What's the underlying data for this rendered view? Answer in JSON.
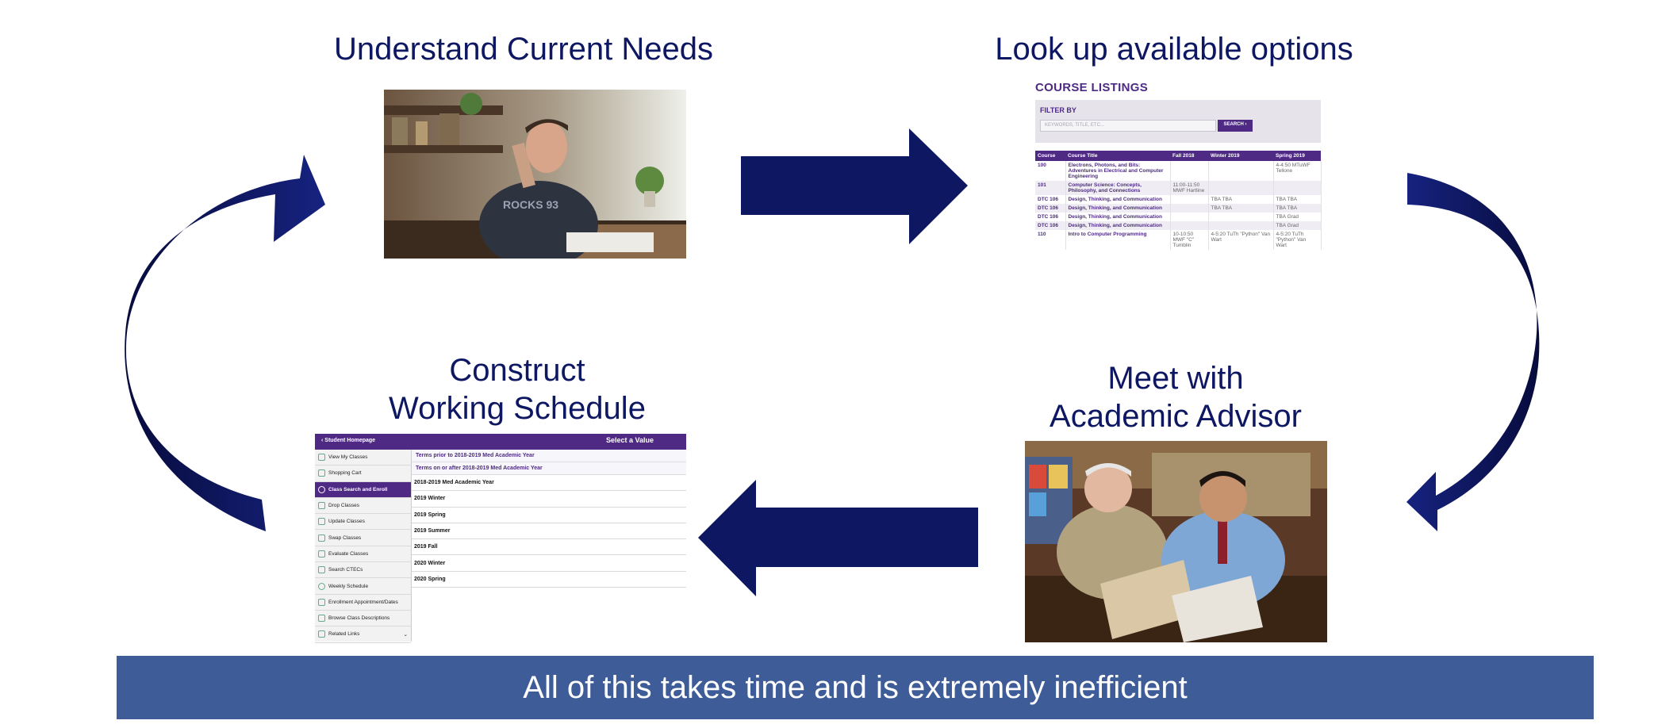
{
  "steps": {
    "understand": "Understand Current Needs",
    "lookup": "Look up available options",
    "construct_line1": "Construct",
    "construct_line2": "Working Schedule",
    "meet_line1": "Meet with",
    "meet_line2": "Academic Advisor"
  },
  "banner": "All of this takes time and is extremely inefficient",
  "colors": {
    "arrow": "#0e1762",
    "banner": "#3e5c98",
    "accent": "#4e2a84"
  },
  "course_listings": {
    "title": "COURSE LISTINGS",
    "filter_label": "FILTER BY",
    "search_placeholder": "KEYWORDS, TITLE, ETC...",
    "search_button": "SEARCH",
    "columns": [
      "Course",
      "Course Title",
      "Fall 2018",
      "Winter 2019",
      "Spring 2019"
    ],
    "rows": [
      [
        "100",
        "Electrons, Photons, and Bits: Adventures in Electrical and Computer Engineering",
        "",
        "",
        "4-4:50 MTuWF Tellone"
      ],
      [
        "101",
        "Computer Science: Concepts, Philosophy, and Connections",
        "11:00-11:50 MWF Hartline",
        "",
        ""
      ],
      [
        "DTC 106",
        "Design, Thinking, and Communication",
        "",
        "TBA TBA",
        "TBA TBA"
      ],
      [
        "DTC 106",
        "Design, Thinking, and Communication",
        "",
        "TBA TBA",
        "TBA TBA"
      ],
      [
        "DTC 106",
        "Design, Thinking, and Communication",
        "",
        "",
        "TBA Grad"
      ],
      [
        "DTC 106",
        "Design, Thinking, and Communication",
        "",
        "",
        "TBA Grad"
      ],
      [
        "110",
        "Intro to Computer Programming",
        "10-10:50 MWF \"C\" Tumblin",
        "4-5:20 TuTh \"Python\" Van Wart",
        "4-5:20 TuTh \"Python\" Van Wart"
      ]
    ]
  },
  "student_homepage": {
    "header": "Student Homepage",
    "panel_title": "Select a Value",
    "menu": [
      "View My Classes",
      "Shopping Cart",
      "Class Search and Enroll",
      "Drop Classes",
      "Update Classes",
      "Swap Classes",
      "Evaluate Classes",
      "Search CTECs",
      "Weekly Schedule",
      "Enrollment Appointment/Dates",
      "Browse Class Descriptions",
      "Related Links"
    ],
    "term_headers": [
      "Terms prior to 2018-2019 Med Academic Year",
      "Terms on or after 2018-2019 Med Academic Year"
    ],
    "terms": [
      "2018-2019 Med Academic Year",
      "2019 Winter",
      "2019 Spring",
      "2019 Summer",
      "2019 Fall",
      "2020 Winter",
      "2020 Spring"
    ]
  }
}
